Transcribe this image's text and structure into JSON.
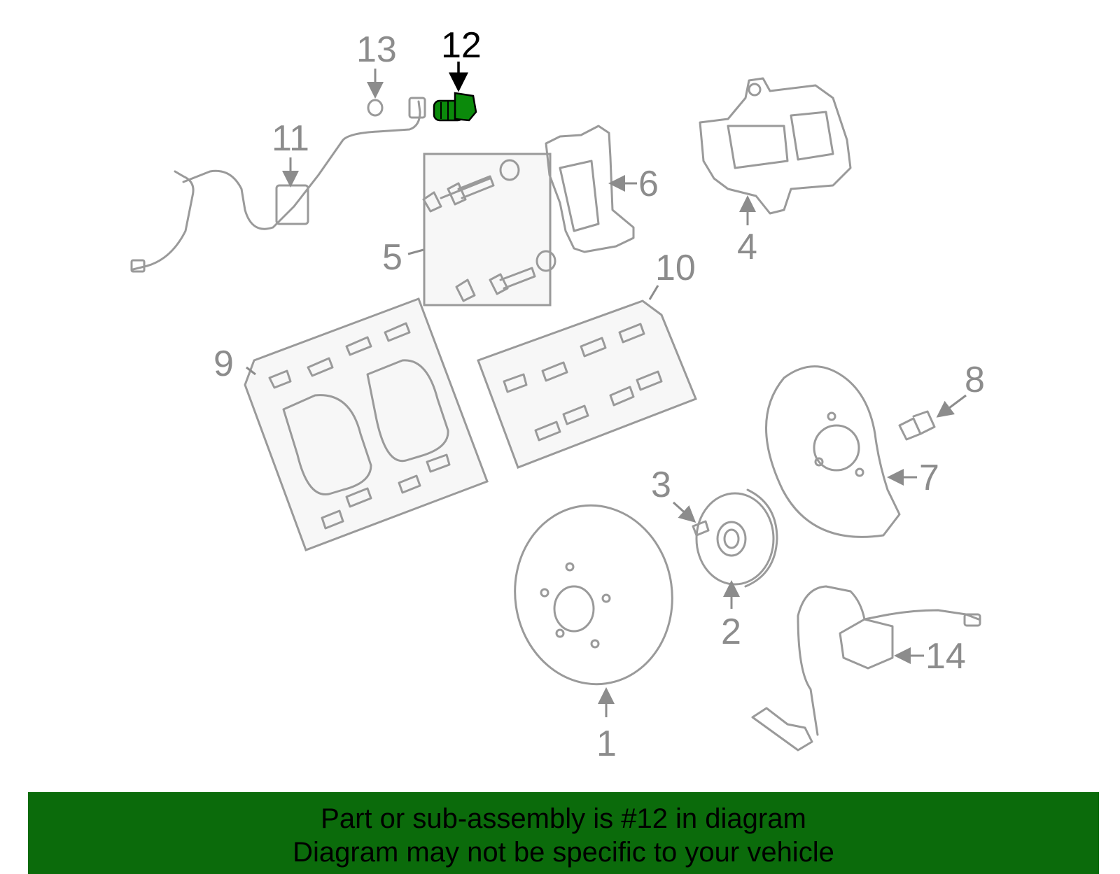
{
  "callouts": {
    "c1": "1",
    "c2": "2",
    "c3": "3",
    "c4": "4",
    "c5": "5",
    "c6": "6",
    "c7": "7",
    "c8": "8",
    "c9": "9",
    "c10": "10",
    "c11": "11",
    "c12": "12",
    "c13": "13",
    "c14": "14"
  },
  "highlight": {
    "part": "12",
    "color": "#0b6b0b"
  },
  "banner": {
    "line1": "Part or sub-assembly is #12 in diagram",
    "line2": "Diagram may not be specific to your vehicle"
  }
}
